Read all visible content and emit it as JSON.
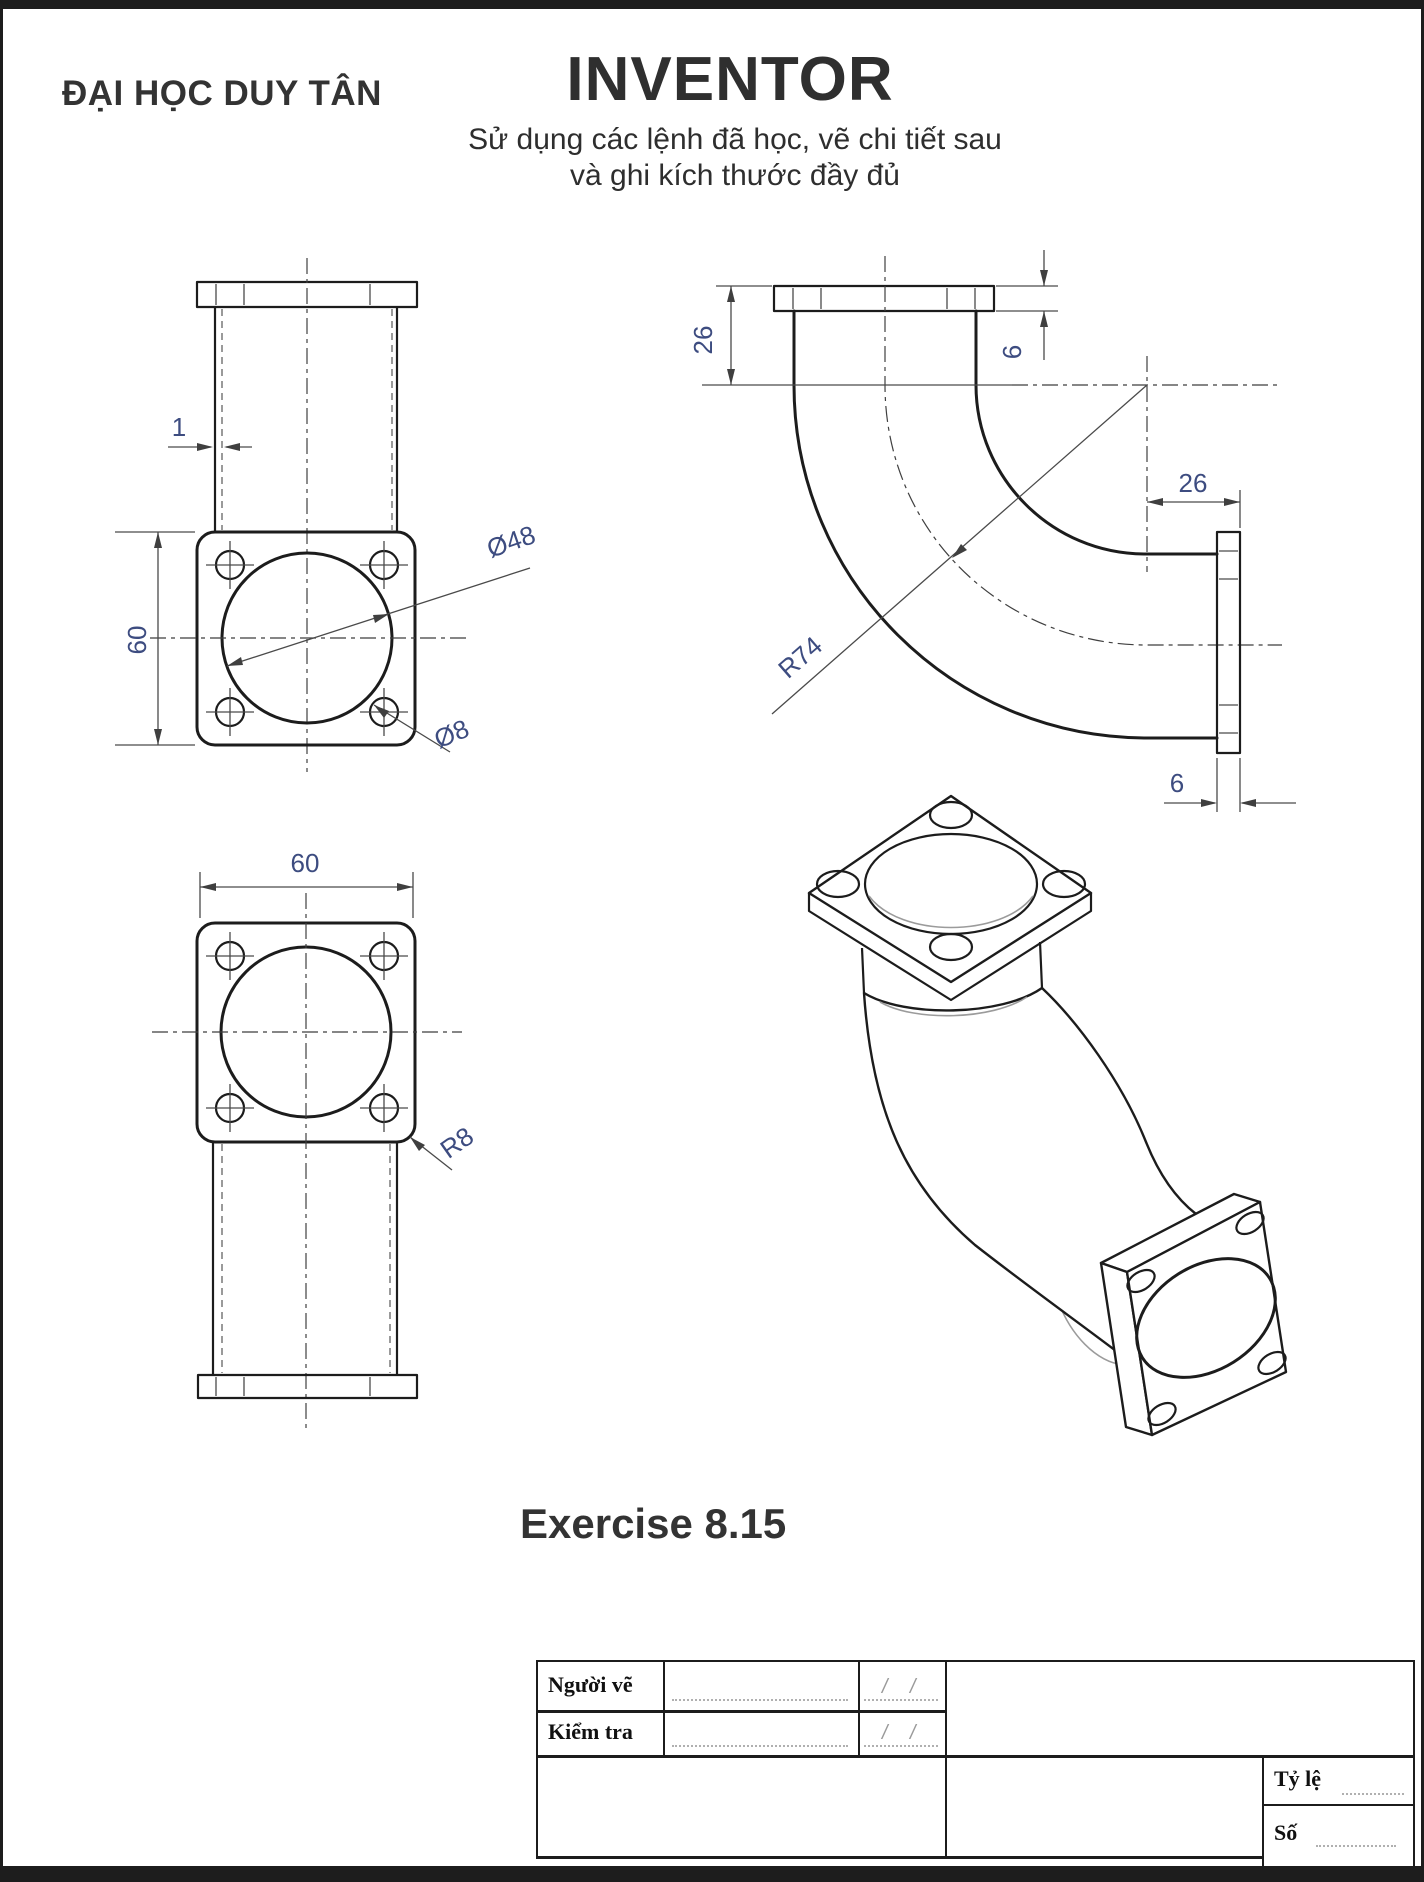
{
  "header": {
    "org": "ĐẠI HỌC DUY TÂN",
    "title": "INVENTOR",
    "subtitle_line1": "Sử dụng các lệnh đã học, vẽ chi tiết sau",
    "subtitle_line2": "và ghi kích thước đầy đủ"
  },
  "exercise_label": "Exercise 8.15",
  "dims": {
    "front_wall": "1",
    "front_size": "60",
    "front_bore": "Ø48",
    "front_hole": "Ø8",
    "side_inlet": "26",
    "side_flange": "6",
    "side_radius": "R74",
    "side_outlet": "26",
    "side_outlet_flange": "6",
    "plan_size": "60",
    "plan_fillet": "R8"
  },
  "title_block": {
    "drawer": "Người vẽ",
    "checker": "Kiểm tra",
    "scale": "Tỷ lệ",
    "number": "Số",
    "slash": "/"
  },
  "colors": {
    "dimension_text": "#3d4c80",
    "line": "#1c1c1c"
  }
}
